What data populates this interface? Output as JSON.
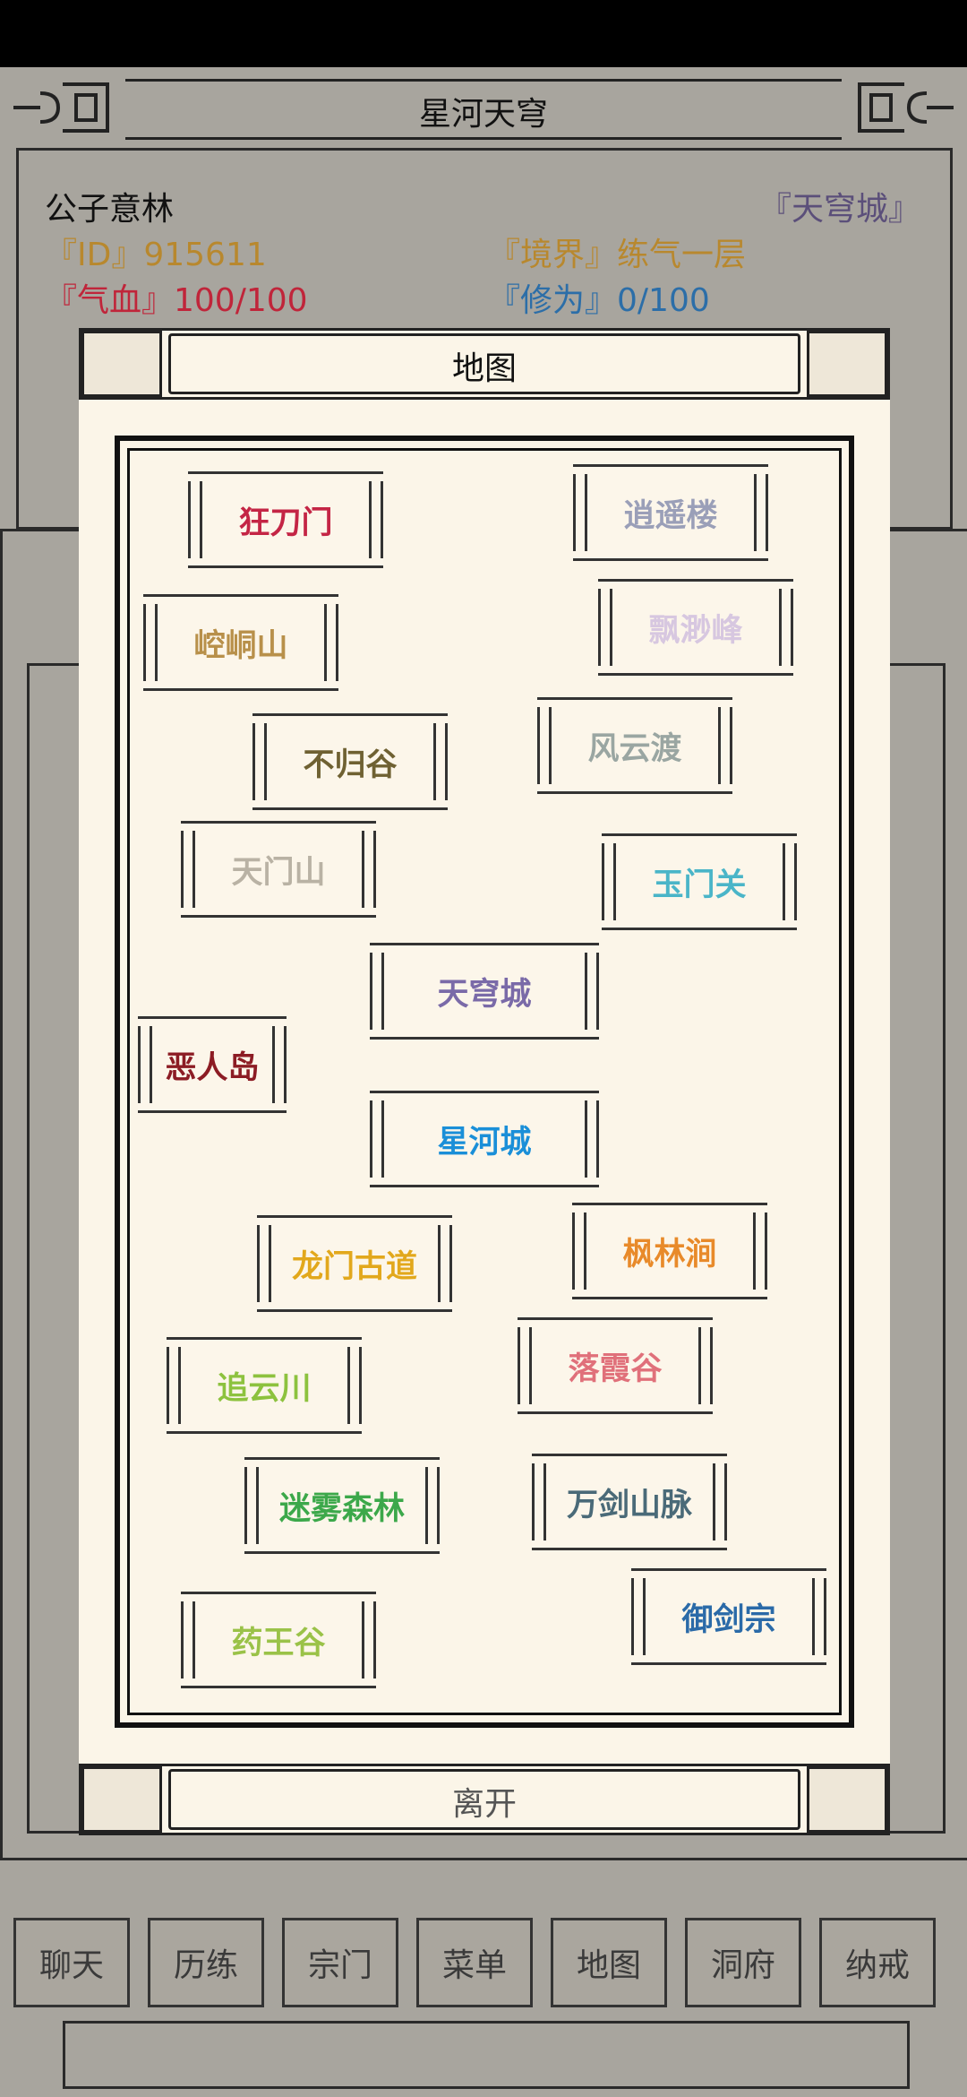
{
  "header": {
    "title": "星河天穹"
  },
  "player": {
    "name": "公子意林",
    "location": "『天穹城』",
    "id_text": "『ID』915611",
    "realm_text": "『境界』练气一层",
    "hp_text": "『气血』100/100",
    "cultivation_text": "『修为』0/100"
  },
  "colors": {
    "realm": "#b8882e",
    "hp": "#c0253a",
    "cultivation": "#2c6ea8",
    "location": "#5b4f7a"
  },
  "map_dialog": {
    "title": "地图",
    "exit_label": "离开",
    "locations": [
      {
        "name": "狂刀门",
        "color": "#c42545"
      },
      {
        "name": "逍遥楼",
        "color": "#9a9fb8"
      },
      {
        "name": "崆峒山",
        "color": "#b8904a"
      },
      {
        "name": "飘渺峰",
        "color": "#d7c7e0"
      },
      {
        "name": "不归谷",
        "color": "#6f6132"
      },
      {
        "name": "风云渡",
        "color": "#9aa6a2"
      },
      {
        "name": "天门山",
        "color": "#b9b2a4"
      },
      {
        "name": "玉门关",
        "color": "#4ab5c8"
      },
      {
        "name": "天穹城",
        "color": "#7a6aa8"
      },
      {
        "name": "恶人岛",
        "color": "#8c1c24"
      },
      {
        "name": "星河城",
        "color": "#1a8fd8"
      },
      {
        "name": "龙门古道",
        "color": "#e2a81c"
      },
      {
        "name": "枫林涧",
        "color": "#e88a2a"
      },
      {
        "name": "追云川",
        "color": "#8dc23e"
      },
      {
        "name": "落霞谷",
        "color": "#e0707a"
      },
      {
        "name": "迷雾森林",
        "color": "#3ca84a"
      },
      {
        "name": "万剑山脉",
        "color": "#4a6a78"
      },
      {
        "name": "药王谷",
        "color": "#9ac248"
      },
      {
        "name": "御剑宗",
        "color": "#2a6aa8"
      }
    ]
  },
  "nav": {
    "items": [
      {
        "label": "聊天"
      },
      {
        "label": "历练"
      },
      {
        "label": "宗门"
      },
      {
        "label": "菜单"
      },
      {
        "label": "地图"
      },
      {
        "label": "洞府"
      },
      {
        "label": "纳戒"
      }
    ]
  }
}
